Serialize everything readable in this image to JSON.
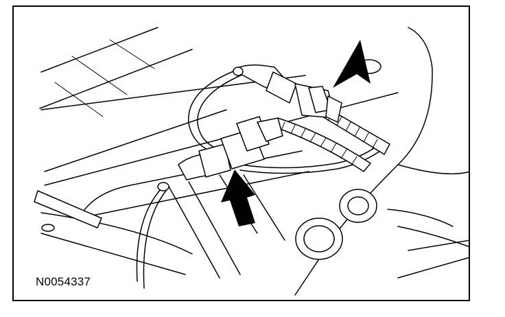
{
  "figure": {
    "id_label": "N0054337",
    "callouts": [
      {
        "name": "upper-connector-arrow",
        "direction": "down-left"
      },
      {
        "name": "lower-connector-arrow",
        "direction": "up"
      }
    ]
  }
}
